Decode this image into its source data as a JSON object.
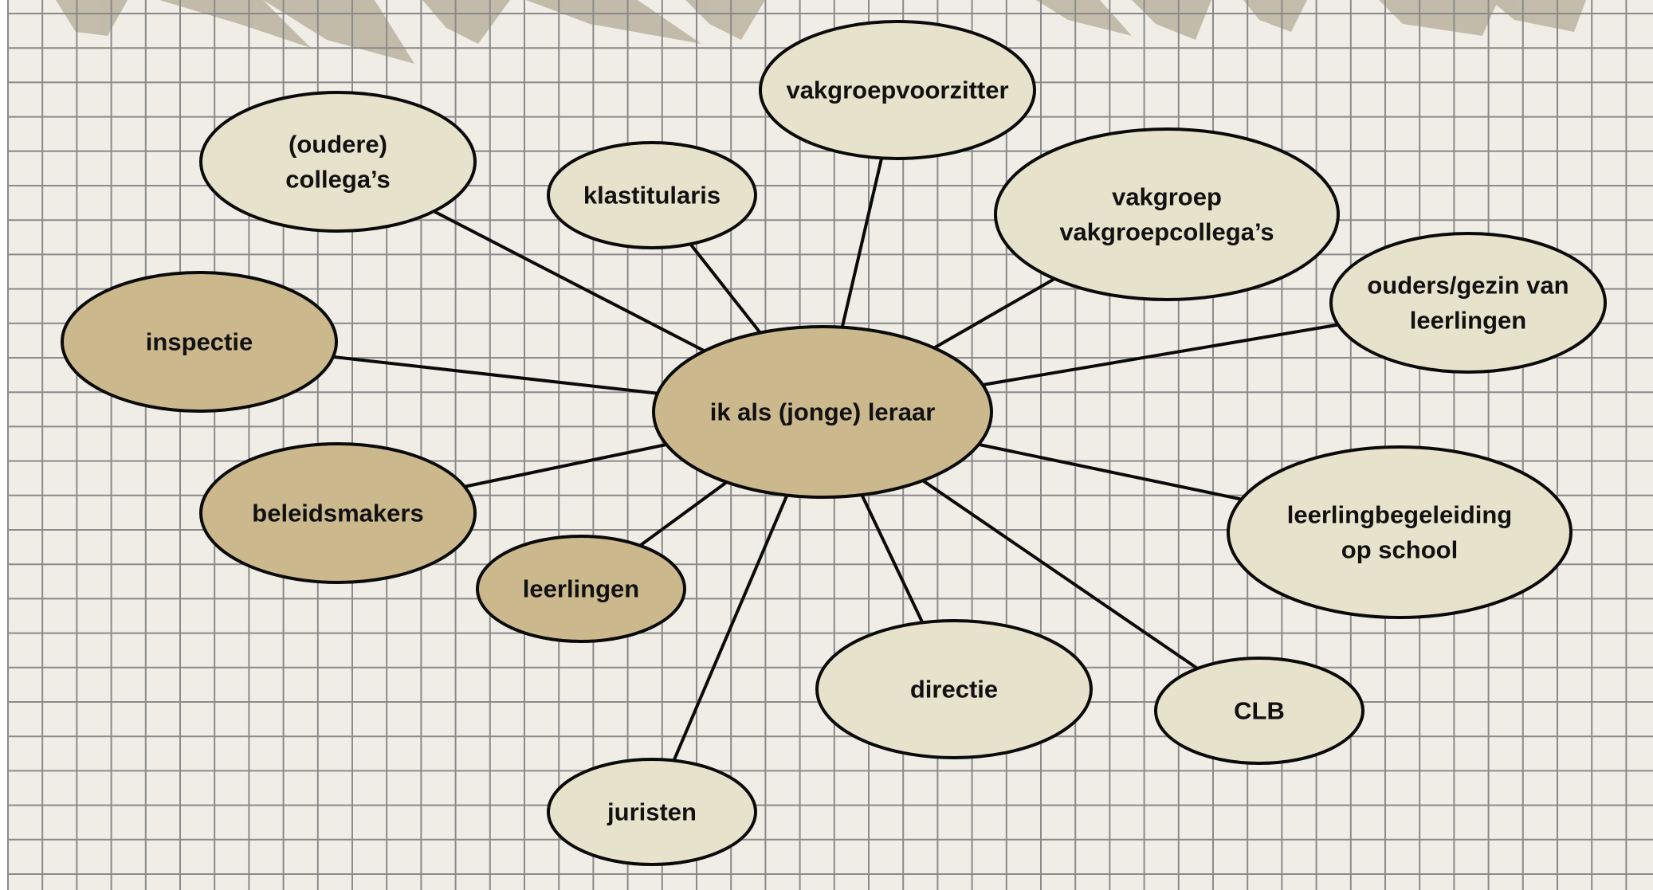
{
  "diagram": {
    "colors": {
      "paper": "#efede6",
      "grid": "#8a8a8a",
      "light_node": "#e6e2cc",
      "dark_node": "#cbb88d",
      "stroke": "#0a0a0a",
      "shadow": "#b5ab96"
    },
    "center": {
      "id": "center",
      "label": [
        "ik als (jonge) leraar"
      ],
      "fill": "dark"
    },
    "nodes": [
      {
        "id": "oudere-collegas",
        "label": [
          "(oudere)",
          "collega’s"
        ],
        "fill": "light"
      },
      {
        "id": "klastitularis",
        "label": [
          "klastitularis"
        ],
        "fill": "light"
      },
      {
        "id": "vakgroepvoorzitter",
        "label": [
          "vakgroepvoorzitter"
        ],
        "fill": "light"
      },
      {
        "id": "vakgroep",
        "label": [
          "vakgroep",
          "vakgroepcollega’s"
        ],
        "fill": "light"
      },
      {
        "id": "ouders",
        "label": [
          "ouders/gezin van",
          "leerlingen"
        ],
        "fill": "light"
      },
      {
        "id": "inspectie",
        "label": [
          "inspectie"
        ],
        "fill": "dark"
      },
      {
        "id": "beleidsmakers",
        "label": [
          "beleidsmakers"
        ],
        "fill": "dark"
      },
      {
        "id": "leerlingen",
        "label": [
          "leerlingen"
        ],
        "fill": "dark"
      },
      {
        "id": "leerlingbegeleiding",
        "label": [
          "leerlingbegeleiding",
          "op school"
        ],
        "fill": "light"
      },
      {
        "id": "directie",
        "label": [
          "directie"
        ],
        "fill": "light"
      },
      {
        "id": "clb",
        "label": [
          "CLB"
        ],
        "fill": "light"
      },
      {
        "id": "juristen",
        "label": [
          "juristen"
        ],
        "fill": "light"
      }
    ]
  }
}
